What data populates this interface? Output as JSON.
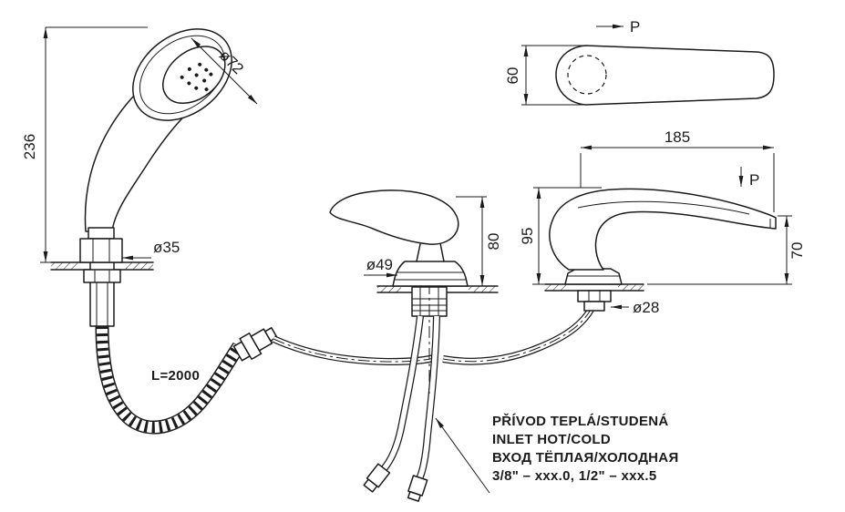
{
  "dimensions": {
    "shower_height": "236",
    "head_dia": "ø72",
    "holder_dia": "ø35",
    "hose_length": "L=2000",
    "handle_dia": "ø49",
    "handle_height": "80",
    "spout_plan_width": "60",
    "spout_reach": "185",
    "spout_back_height": "95",
    "spout_outlet_height": "70",
    "spout_base_dia": "ø28"
  },
  "view_labels": {
    "p_plan": "P",
    "p_section": "P"
  },
  "notes": {
    "line1": "PŘÍVOD TEPLÁ/STUDENÁ",
    "line2": "INLET HOT/COLD",
    "line3": "ВХОД ТЁПЛАЯ/ХОЛОДНАЯ",
    "line4": "3/8\" – xxx.0, 1/2\" – xxx.5"
  },
  "colors": {
    "ink": "#1b1b1b",
    "bg": "#ffffff"
  }
}
